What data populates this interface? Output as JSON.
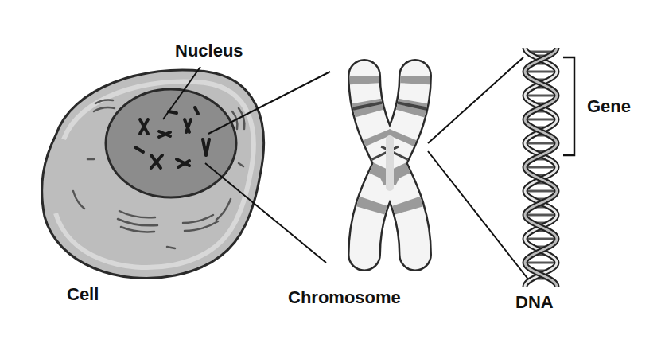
{
  "diagram": {
    "labels": [
      "Nucleus",
      "Gene",
      "Cell",
      "Chromosome",
      "DNA"
    ]
  }
}
